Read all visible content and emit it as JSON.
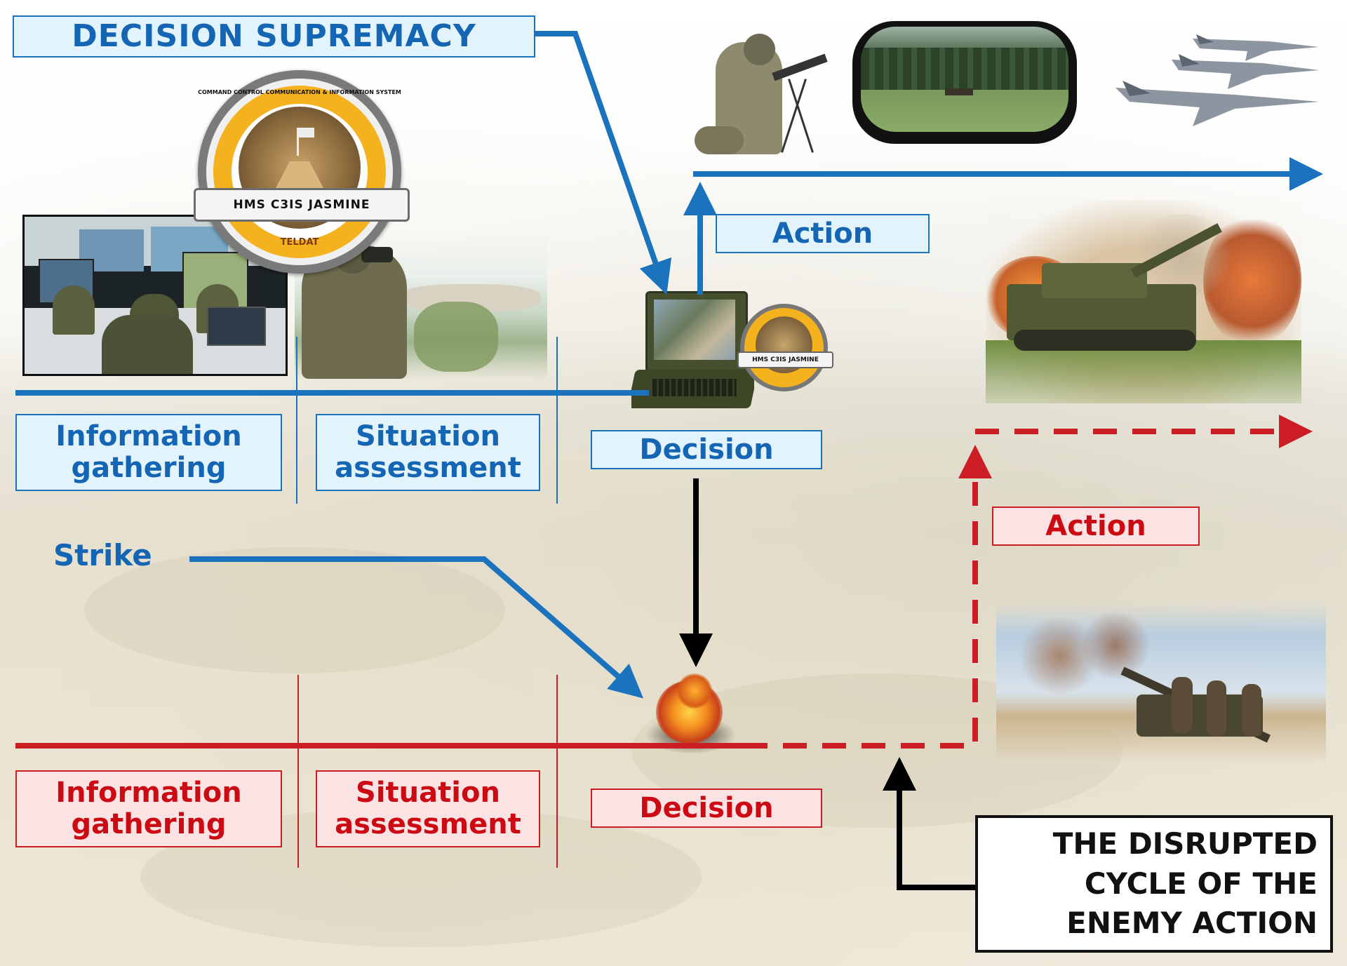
{
  "title": "DECISION SUPREMACY",
  "own_cycle": {
    "steps": [
      "Information\ngathering",
      "Situation\nassessment",
      "Decision",
      "Action"
    ]
  },
  "strike_label": "Strike",
  "enemy_cycle": {
    "steps": [
      "Information\ngathering",
      "Situation\nassessment",
      "Decision",
      "Action"
    ]
  },
  "callout": "THE DISRUPTED\nCYCLE OF THE\nENEMY ACTION",
  "badge": {
    "ring_text": "COMMAND CONTROL COMMUNICATION & INFORMATION SYSTEM",
    "name": "HMS C3IS JASMINE",
    "brand": "TELDAT"
  },
  "small_badge": {
    "name": "HMS C3IS JASMINE"
  },
  "icons": [
    "command-room-photo",
    "soldier-binoculars-photo",
    "laptop-terminal-photo",
    "sniper-team-photo",
    "scope-view-photo",
    "fighter-jets-photo",
    "self-propelled-howitzer-photo",
    "towed-howitzer-photo",
    "explosion-icon"
  ],
  "colors": {
    "blue": "#1c73bd",
    "red": "#cc1c24",
    "black": "#000000",
    "blue_fill": "#e2f3fb",
    "red_fill": "#fbe3e4"
  }
}
